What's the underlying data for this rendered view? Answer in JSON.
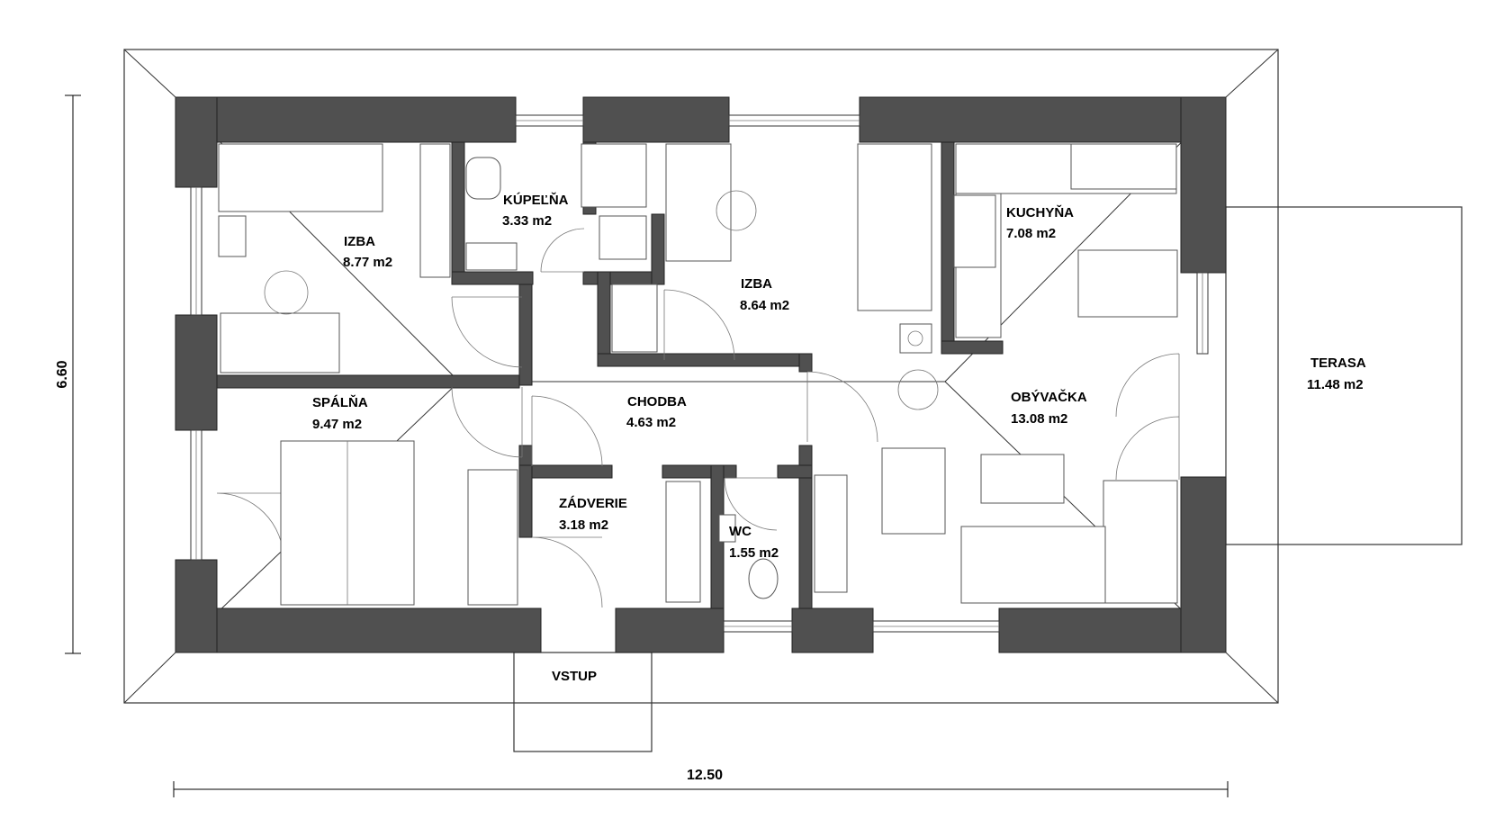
{
  "plan": {
    "dimensions": {
      "width": "12.50",
      "depth": "6.60"
    },
    "rooms": [
      {
        "name": "IZBA",
        "area": "8.77 m2"
      },
      {
        "name": "KÚPEĽŇA",
        "area": "3.33 m2"
      },
      {
        "name": "IZBA",
        "area": "8.64 m2"
      },
      {
        "name": "KUCHYŇA",
        "area": "7.08 m2"
      },
      {
        "name": "SPÁLŇA",
        "area": "9.47 m2"
      },
      {
        "name": "CHODBA",
        "area": "4.63 m2"
      },
      {
        "name": "OBÝVAČKA",
        "area": "13.08 m2"
      },
      {
        "name": "ZÁDVERIE",
        "area": "3.18 m2"
      },
      {
        "name": "WC",
        "area": "1.55 m2"
      },
      {
        "name": "TERASA",
        "area": "11.48 m2"
      }
    ],
    "entrance": "VSTUP"
  }
}
